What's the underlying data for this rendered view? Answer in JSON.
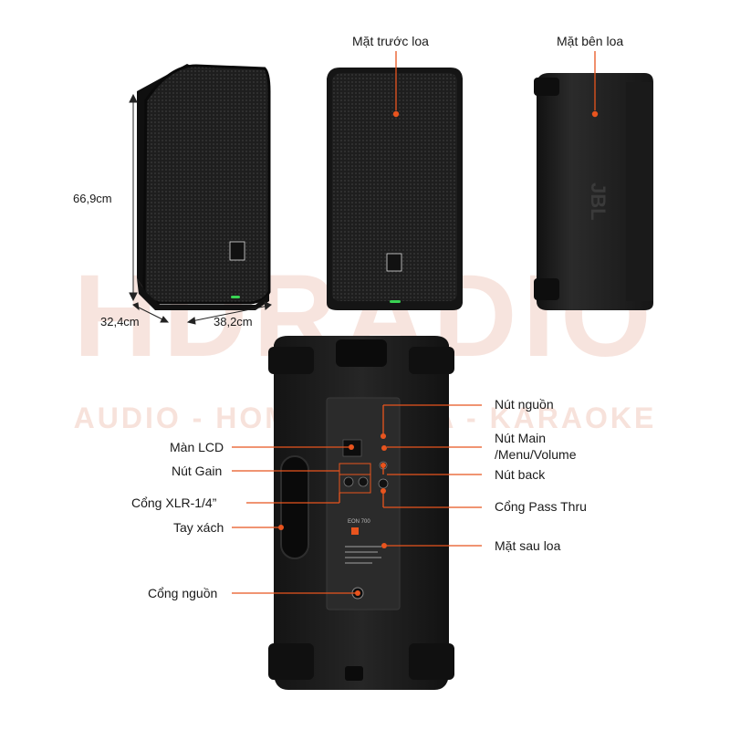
{
  "watermark": {
    "brand": "HDRADIO",
    "tagline": "AUDIO - HOME CINEMA - KARAOKE"
  },
  "views": {
    "front_label": "Mặt trước loa",
    "side_label": "Mặt bên loa"
  },
  "dimensions": {
    "height": "66,9cm",
    "depth": "32,4cm",
    "width": "38,2cm"
  },
  "rear_callouts": {
    "lcd": "Màn LCD",
    "gain": "Nút Gain",
    "xlr": "Cổng XLR-1/4”",
    "handle": "Tay xách",
    "power_port": "Cổng nguồn",
    "power_button": "Nút nguồn",
    "main_line1": "Nút Main",
    "main_line2": "/Menu/Volume",
    "back": "Nút back",
    "pass_thru": "Cổng Pass Thru",
    "rear_face": "Mặt sau loa"
  },
  "product": {
    "brand_badge": "JBL",
    "model_text": "EON 700"
  },
  "colors": {
    "accent": "#e8541e",
    "speaker_body": "#1c1c1c",
    "grille": "#2a2a2a",
    "led": "#39d353"
  }
}
